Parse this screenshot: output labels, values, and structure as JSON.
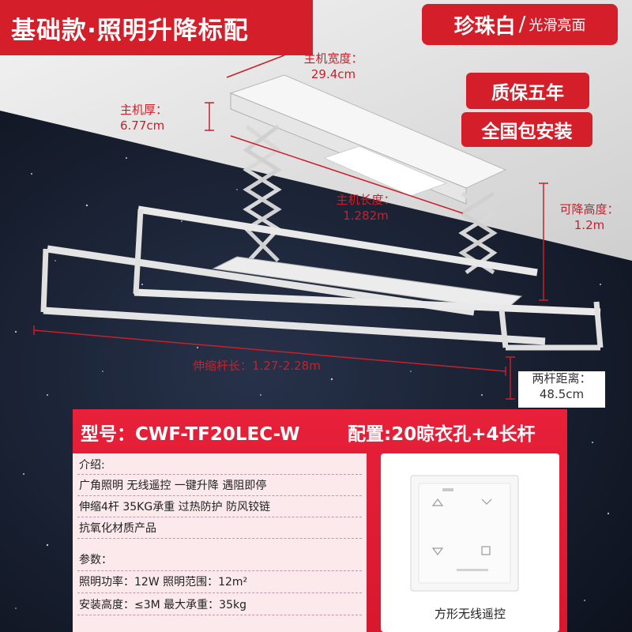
{
  "product": {
    "title": "基础款·照明升降标配",
    "color": "珍珠白",
    "color_separator": "/",
    "finish": "光滑亮面",
    "badges": [
      "质保五年",
      "全国包安装"
    ]
  },
  "dimensions": {
    "width_label": "主机宽度：",
    "width_value": "29.4cm",
    "thickness_label": "主机厚：",
    "thickness_value": "6.77cm",
    "length_label": "主机长度：",
    "length_value": "1.282m",
    "drop_label": "可降高度：",
    "drop_value": "1.2m",
    "rod_length_label": "伸缩杆长：",
    "rod_length_value": "1.27-2.28m",
    "rod_gap_label": "两杆距离：",
    "rod_gap_value": "48.5cm"
  },
  "specs": {
    "model": "型号：CWF-TF20LEC-W",
    "config": "配置:20晾衣孔+4长杆",
    "intro_title": "介绍:",
    "intro_lines": [
      "广角照明 无线遥控 一键升降 遇阻即停",
      "伸缩4杆 35KG承重 过热防护 防风铰链",
      "抗氧化材质产品"
    ],
    "params_title": "参数：",
    "param_lines": [
      "照明功率：12W  照明范围：12m²",
      "安装高度：≤3M  最大承重：35kg"
    ],
    "remote_label": "方形无线遥控"
  },
  "colors": {
    "accent": "#d41e2a",
    "panel": "#e21b35",
    "night_sky": "#121826",
    "ceiling": "#dcdcdc"
  }
}
